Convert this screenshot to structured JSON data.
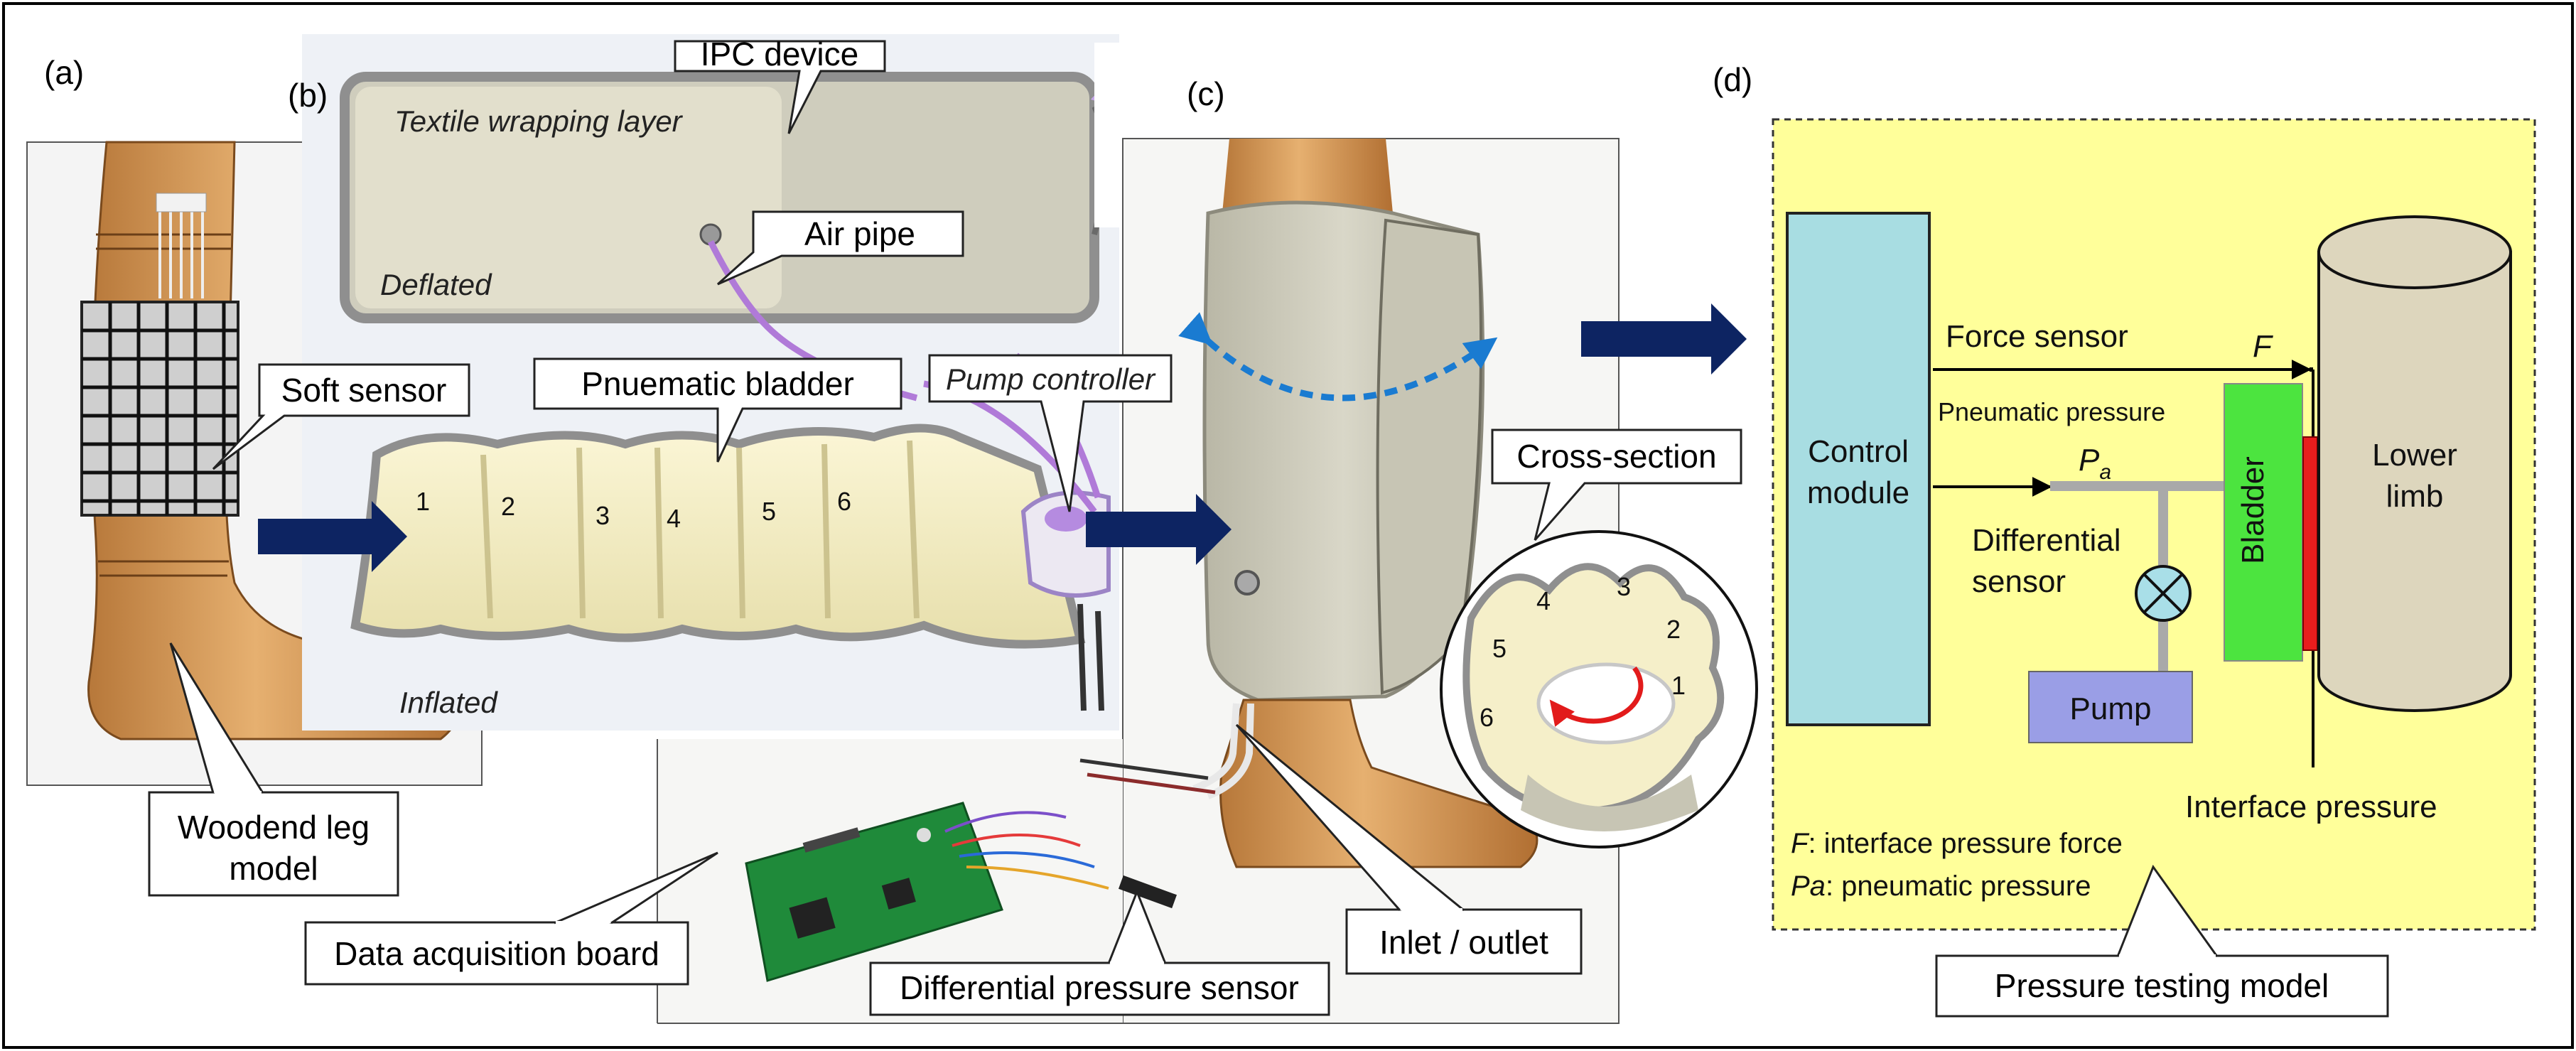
{
  "panels": {
    "a": "(a)",
    "b": "(b)",
    "c": "(c)",
    "d": "(d)"
  },
  "callouts": {
    "ipc_device": "IPC device",
    "air_pipe": "Air pipe",
    "soft_sensor": "Soft sensor",
    "pneumatic_bladder": "Pnuematic bladder",
    "pump_controller": "Pump controller",
    "cross_section": "Cross-section",
    "wooden_leg_line1": "Woodend leg",
    "wooden_leg_line2": "model",
    "data_acquisition_board": "Data acquisition board",
    "differential_pressure_sensor": "Differential pressure sensor",
    "inlet_outlet": "Inlet / outlet",
    "pressure_testing_model": "Pressure testing model"
  },
  "photo_labels": {
    "textile_wrapping_layer": "Textile wrapping layer",
    "deflated": "Deflated",
    "inflated": "Inflated"
  },
  "bladder_chambers": [
    "1",
    "2",
    "3",
    "4",
    "5",
    "6"
  ],
  "cross_section_chambers": [
    "1",
    "2",
    "3",
    "4",
    "5",
    "6"
  ],
  "model": {
    "control_module_line1": "Control",
    "control_module_line2": "module",
    "force_sensor": "Force sensor",
    "F_symbol": "F",
    "pneumatic_pressure": "Pneumatic pressure",
    "Pa_symbol": "P",
    "Pa_subscript": "a",
    "differential_line1": "Differential",
    "differential_line2": "sensor",
    "bladder": "Bladder",
    "pump": "Pump",
    "lower_limb_line1": "Lower",
    "lower_limb_line2": "limb",
    "interface_pressure": "Interface pressure",
    "legend_F_symbol": "F",
    "legend_F_text": ": interface pressure force",
    "legend_Pa_symbol": "Pa",
    "legend_Pa_text": ": pneumatic pressure"
  },
  "colors": {
    "arrow_navy": "#0d2462",
    "model_bg": "#ffff9a",
    "control_module": "#a8dde2",
    "bladder": "#4ce43f",
    "pump": "#9a9ee6",
    "limb": "#ddd6bd",
    "interface_bar": "#e81d1d",
    "cuff_grey": "#c9c7b8",
    "bladder_cream": "#f3edc3",
    "wood": "#d39a54",
    "pcb_green": "#1f8a3a"
  }
}
